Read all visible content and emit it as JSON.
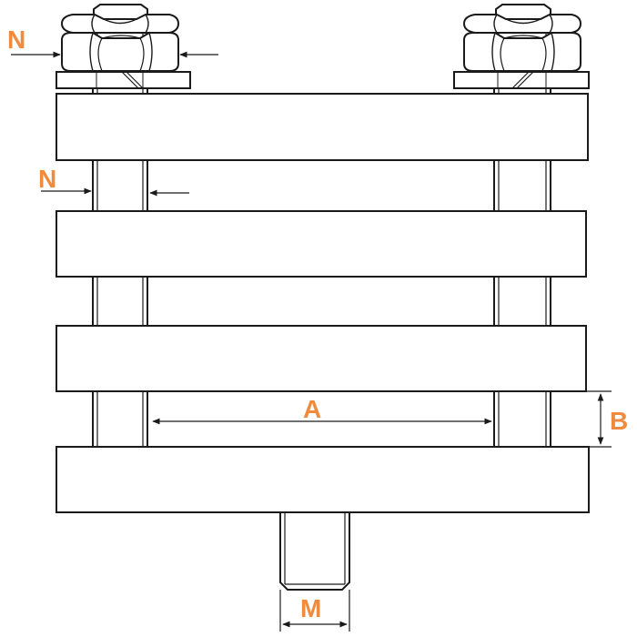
{
  "colors": {
    "line": "#1a1a1a",
    "label": "#f08a3c",
    "background": "#ffffff"
  },
  "labels": {
    "nut_width": "N",
    "rod_diameter": "N",
    "plate_gap_horizontal": "A",
    "plate_gap_vertical": "B",
    "bottom_thread": "M"
  }
}
